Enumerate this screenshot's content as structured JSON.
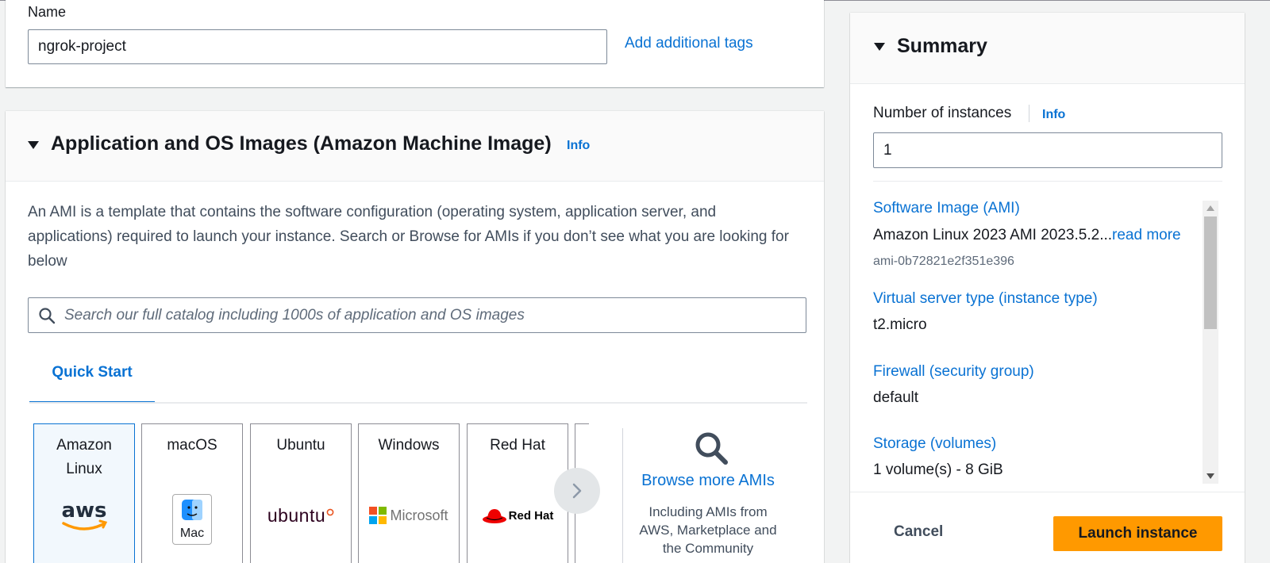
{
  "name_section": {
    "label": "Name",
    "value": "ngrok-project",
    "add_tags_link": "Add additional tags"
  },
  "ami_section": {
    "title": "Application and OS Images (Amazon Machine Image)",
    "info": "Info",
    "description": "An AMI is a template that contains the software configuration (operating system, application server, and applications) required to launch your instance. Search or Browse for AMIs if you don’t see what you are looking for below",
    "search_placeholder": "Search our full catalog including 1000s of application and OS images",
    "tabs": [
      {
        "label": "Quick Start",
        "selected": true
      }
    ],
    "cards": [
      {
        "label": "Amazon Linux",
        "logo": "aws-logo",
        "selected": true
      },
      {
        "label": "macOS",
        "logo": "mac-logo",
        "logo_text": "Mac"
      },
      {
        "label": "Ubuntu",
        "logo": "ubuntu-logo",
        "logo_text": "ubuntu"
      },
      {
        "label": "Windows",
        "logo": "microsoft-logo",
        "logo_text": "Microsoft"
      },
      {
        "label": "Red Hat",
        "logo": "redhat-logo",
        "logo_text": "Red Hat"
      }
    ],
    "browse": {
      "link": "Browse more AMIs",
      "description": "Including AMIs from AWS, Marketplace and the Community"
    }
  },
  "summary": {
    "title": "Summary",
    "instances_label": "Number of instances",
    "instances_info": "Info",
    "instances_value": "1",
    "items": [
      {
        "key": "Software Image (AMI)",
        "value": "Amazon Linux 2023 AMI 2023.5.2...",
        "read_more": "read more",
        "sub": "ami-0b72821e2f351e396"
      },
      {
        "key": "Virtual server type (instance type)",
        "value": "t2.micro"
      },
      {
        "key": "Firewall (security group)",
        "value": "default"
      },
      {
        "key": "Storage (volumes)",
        "value": "1 volume(s) - 8 GiB"
      }
    ],
    "cancel": "Cancel",
    "launch": "Launch instance"
  },
  "colors": {
    "link": "#0972d3",
    "primary_button": "#ff9900",
    "selected_card_bg": "#f2f8fd"
  }
}
